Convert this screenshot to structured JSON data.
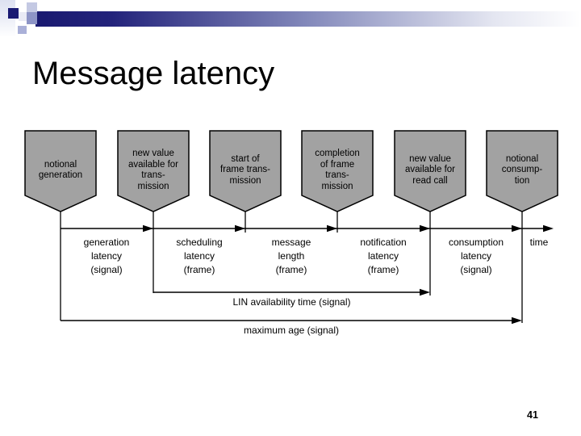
{
  "slide": {
    "title": "Message latency",
    "page_number": "41"
  },
  "colors": {
    "marker_fill": "#a2a2a2",
    "marker_stroke": "#000000",
    "line": "#000000",
    "accent_navy": "#1a1a73"
  },
  "diagram": {
    "events": [
      {
        "label": "notional\ngeneration"
      },
      {
        "label": "new value\navailable for\ntrans-\nmission"
      },
      {
        "label": "start of\nframe trans-\nmission"
      },
      {
        "label": "completion\nof frame\ntrans-\nmission"
      },
      {
        "label": "new value\navailable for\nread call"
      },
      {
        "label": "notional\nconsump-\ntion"
      }
    ],
    "intervals": [
      {
        "label": "generation\nlatency\n(signal)"
      },
      {
        "label": "scheduling\nlatency\n(frame)"
      },
      {
        "label": "message\nlength\n(frame)"
      },
      {
        "label": "notification\nlatency\n(frame)"
      },
      {
        "label": "consumption\nlatency\n(signal)"
      }
    ],
    "axis_label": "time",
    "spans": [
      {
        "label": "LIN availability time (signal)"
      },
      {
        "label": "maximum age (signal)"
      }
    ]
  }
}
